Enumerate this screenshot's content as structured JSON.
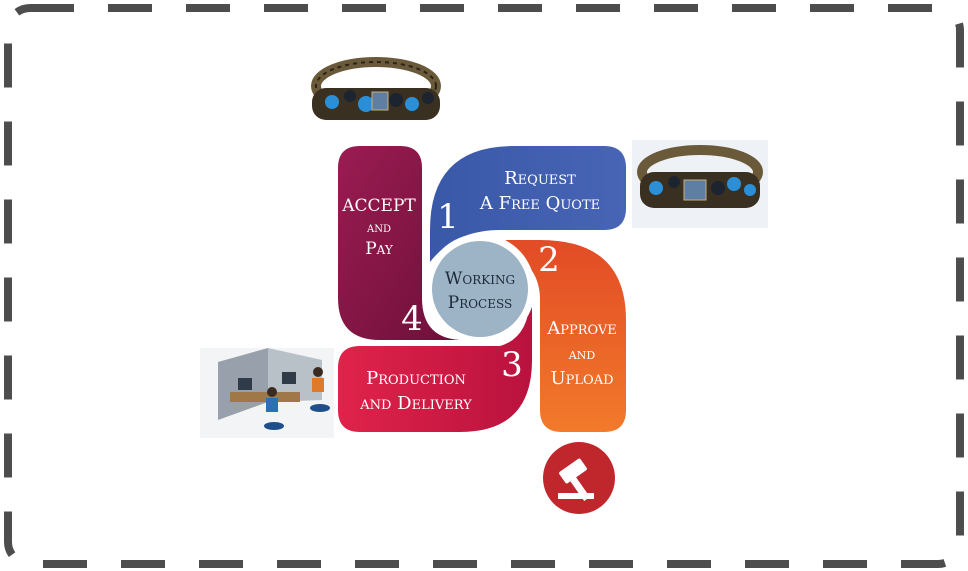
{
  "center": {
    "line1": "Working",
    "line2": "Process"
  },
  "steps": [
    {
      "number": "1",
      "line1": "Request",
      "line2": "A Free Quote",
      "color": "#3f5ba9"
    },
    {
      "number": "2",
      "line1": "Approve",
      "line2": "and",
      "line3": "Upload",
      "color": "#ea5c22"
    },
    {
      "number": "3",
      "line1": "Production",
      "line2": "and Delivery",
      "color": "#d81f47"
    },
    {
      "number": "4",
      "line1": "ACCEPT",
      "line2": "and",
      "line3": "Pay",
      "color": "#8a1546"
    }
  ],
  "colors": {
    "border": "#4d4d4d",
    "center_fill": "#9db3c6",
    "gavel_circle": "#c0272d",
    "bracelet_metal": "#6b5a3a",
    "bracelet_gem": "#2a8fd6"
  },
  "icons": [
    "bracelet-icon",
    "bracelet-icon",
    "office-workers-icon",
    "gavel-icon"
  ]
}
